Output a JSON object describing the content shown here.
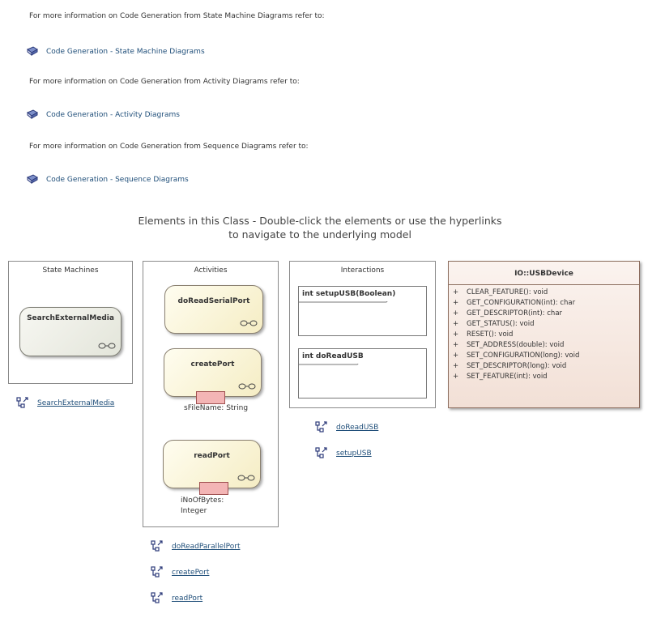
{
  "info": {
    "state_machine_text": "For more information on Code Generation from State Machine Diagrams refer to:",
    "activity_text": "For more information on Code Generation from Activity Diagrams refer to:",
    "sequence_text": "For more information on Code Generation from Sequence Diagrams refer to:"
  },
  "doc_links": {
    "state_machine": "Code Generation - State Machine Diagrams",
    "activity": "Code Generation - Activity Diagrams",
    "sequence": "Code Generation - Sequence Diagrams"
  },
  "heading": {
    "line1": "Elements in this Class - Double-click the elements or use the hyperlinks",
    "line2": "to navigate to the underlying model"
  },
  "state_machines": {
    "title": "State Machines",
    "node": "SearchExternalMedia",
    "links": [
      "SearchExternalMedia"
    ]
  },
  "activities": {
    "title": "Activities",
    "nodes": [
      "doReadSerialPort",
      "createPort",
      "readPort"
    ],
    "pins": {
      "create_port": "sFileName: String",
      "read_port_line1": "iNoOfBytes:",
      "read_port_line2": "Integer"
    },
    "links": [
      "doReadParallelPort",
      "createPort",
      "readPort"
    ]
  },
  "interactions": {
    "title": "Interactions",
    "frames": [
      "int setupUSB(Boolean)",
      "int doReadUSB"
    ],
    "links": [
      "doReadUSB",
      "setupUSB"
    ]
  },
  "usb_class": {
    "name": "IO::USBDevice",
    "visibility": "+",
    "operations": [
      "CLEAR_FEATURE(): void",
      "GET_CONFIGURATION(int): char",
      "GET_DESCRIPTOR(int): char",
      "GET_STATUS(): void",
      "RESET(): void",
      "SET_ADDRESS(double): void",
      "SET_CONFIGURATION(long): void",
      "SET_DESCRIPTOR(long): void",
      "SET_FEATURE(int): void"
    ]
  },
  "colors": {
    "link": "#1f4e79",
    "class_fill": "#f2e0d6",
    "activity_fill": "#f5edc4",
    "state_fill": "#e3e5da",
    "pin_fill": "#f3b5b5"
  }
}
